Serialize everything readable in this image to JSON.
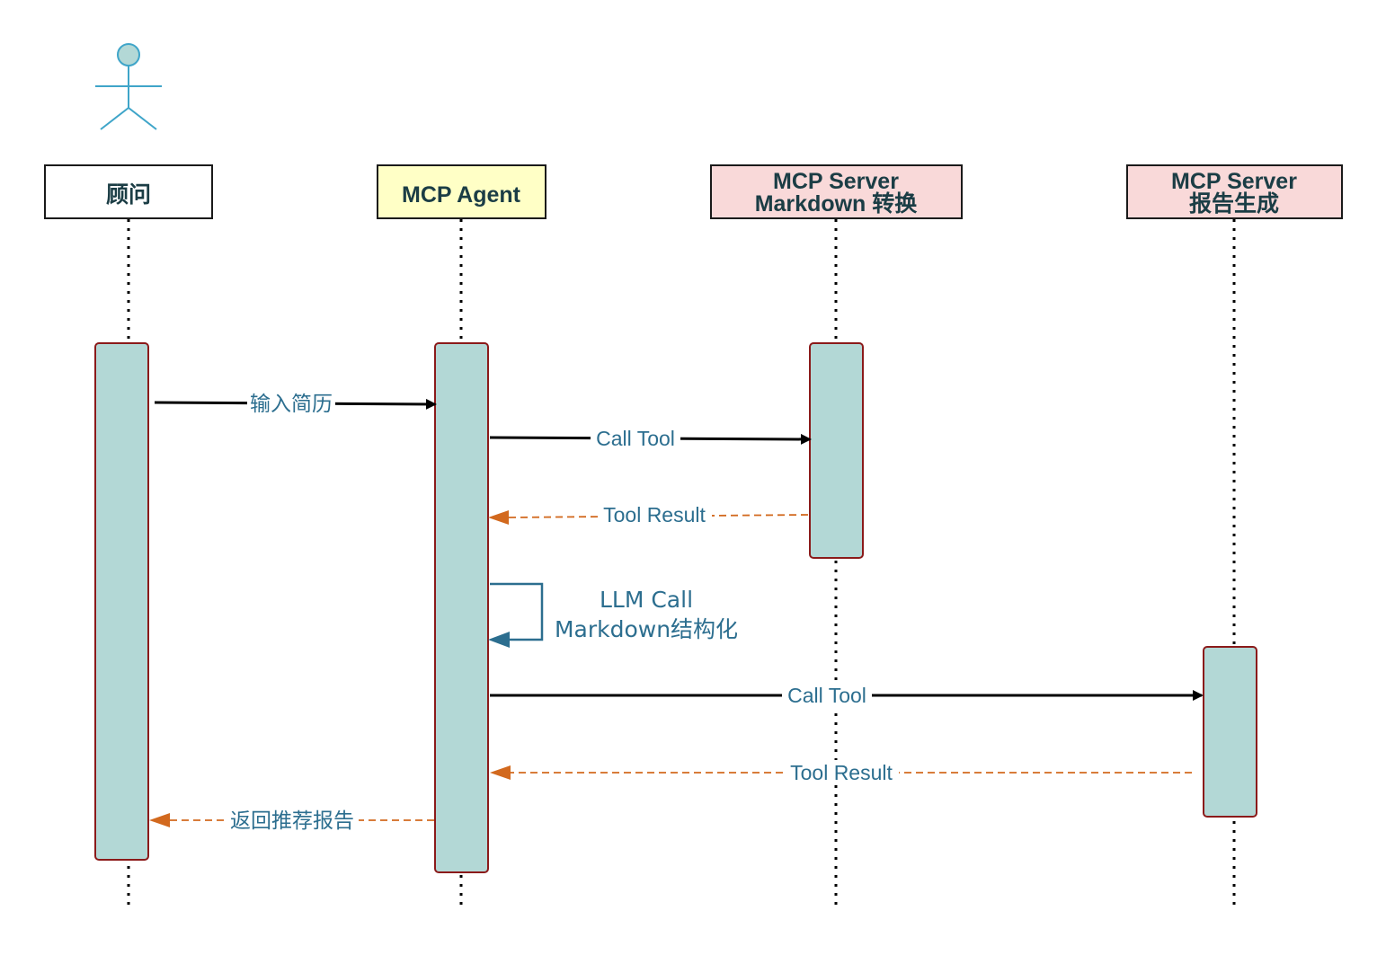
{
  "actor": {
    "icon": "stick-figure-actor-icon",
    "color": "#3fa5c9"
  },
  "participants": [
    {
      "id": "consultant",
      "lines": [
        "顾问"
      ],
      "fill": "#ffffff"
    },
    {
      "id": "agent",
      "lines": [
        "MCP Agent"
      ],
      "fill": "#ffffc6"
    },
    {
      "id": "md_server",
      "lines": [
        "MCP Server",
        "Markdown 转换"
      ],
      "fill": "#f9d9d9"
    },
    {
      "id": "report_server",
      "lines": [
        "MCP Server",
        "报告生成"
      ],
      "fill": "#f9d9d9"
    }
  ],
  "messages": [
    {
      "id": "input-resume",
      "label": "输入简历",
      "style": "solid"
    },
    {
      "id": "call-tool-1",
      "label": "Call Tool",
      "style": "solid"
    },
    {
      "id": "tool-result-1",
      "label": "Tool Result",
      "style": "dashed"
    },
    {
      "id": "call-tool-2",
      "label": "Call Tool",
      "style": "solid"
    },
    {
      "id": "tool-result-2",
      "label": "Tool Result",
      "style": "dashed"
    },
    {
      "id": "return-report",
      "label": "返回推荐报告",
      "style": "dashed"
    }
  ],
  "self_call": {
    "lines": [
      "LLM Call",
      "Markdown结构化"
    ]
  },
  "colors": {
    "activation_fill": "#b3d8d6",
    "activation_border": "#8b1a1a",
    "label_text": "#2c6e8f",
    "return_arrow": "#d2691e",
    "title_text": "#1b3d45"
  }
}
